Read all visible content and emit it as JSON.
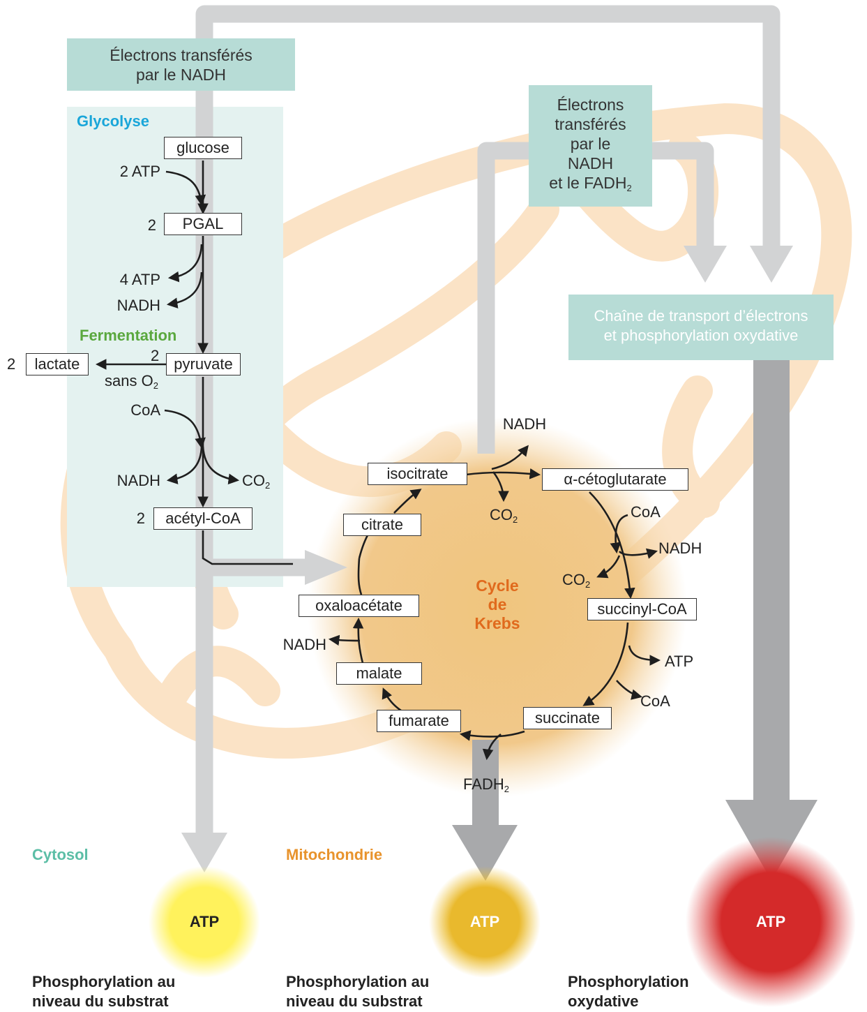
{
  "colors": {
    "panel": "#b7dcd6",
    "glycolysis_bg": "#e4f2f0",
    "glycolysis_title": "#1aa6d9",
    "fermentation_title": "#5aa83e",
    "cytosol": "#5cbea6",
    "mitochondria": "#e8932c",
    "krebs": "#e06a1d",
    "mito_outline": "#fbe3c6",
    "gray_arrow": "#d2d3d4",
    "dark_arrow": "#a8a9ab",
    "atp_yellow": "#fff25c",
    "atp_gold": "#e9b92d",
    "atp_red": "#d42a2a"
  },
  "panels": {
    "nadh_top": {
      "line1": "Électrons transférés",
      "line2": "par le NADH"
    },
    "nadh_fadh": {
      "line1": "Électrons",
      "line2": "transférés",
      "line3": "par le",
      "line4": "NADH",
      "line5": "et le FADH",
      "sub": "2"
    },
    "chain": {
      "line1": "Chaîne de transport d’électrons",
      "line2": "et phosphorylation oxydative"
    }
  },
  "glycolysis": {
    "title": "Glycolyse",
    "glucose": "glucose",
    "atp_in": "2 ATP",
    "pgal_coef": "2",
    "pgal": "PGAL",
    "atp_out": "4 ATP",
    "nadh1": "NADH",
    "fermentation": "Fermentation",
    "pyruvate_coef": "2",
    "pyruvate": "pyruvate",
    "lactate_coef": "2",
    "lactate": "lactate",
    "sans_o2": "sans O",
    "sans_o2_sub": "2",
    "coa": "CoA",
    "nadh2": "NADH",
    "co2": "CO",
    "co2_sub": "2",
    "acetyl_coef": "2",
    "acetyl": "acétyl-CoA"
  },
  "krebs": {
    "line1": "Cycle",
    "line2": "de",
    "line3": "Krebs",
    "citrate": "citrate",
    "isocitrate": "isocitrate",
    "nadh_a": "NADH",
    "co2_a": "CO",
    "co2_a_sub": "2",
    "alpha": "α-cétoglutarate",
    "coa_in": "CoA",
    "nadh_b": "NADH",
    "co2_b": "CO",
    "co2_b_sub": "2",
    "succinyl": "succinyl-CoA",
    "atp": "ATP",
    "coa_out": "CoA",
    "succinate": "succinate",
    "fadh": "FADH",
    "fadh_sub": "2",
    "fumarate": "fumarate",
    "malate": "malate",
    "nadh_c": "NADH",
    "oxalo": "oxaloacétate"
  },
  "regions": {
    "cytosol": "Cytosol",
    "mitochondria": "Mitochondrie"
  },
  "atp": {
    "left": "ATP",
    "mid": "ATP",
    "right": "ATP"
  },
  "captions": {
    "left_l1": "Phosphorylation au",
    "left_l2": "niveau du substrat",
    "mid_l1": "Phosphorylation au",
    "mid_l2": "niveau du substrat",
    "right_l1": "Phosphorylation",
    "right_l2": "oxydative"
  }
}
